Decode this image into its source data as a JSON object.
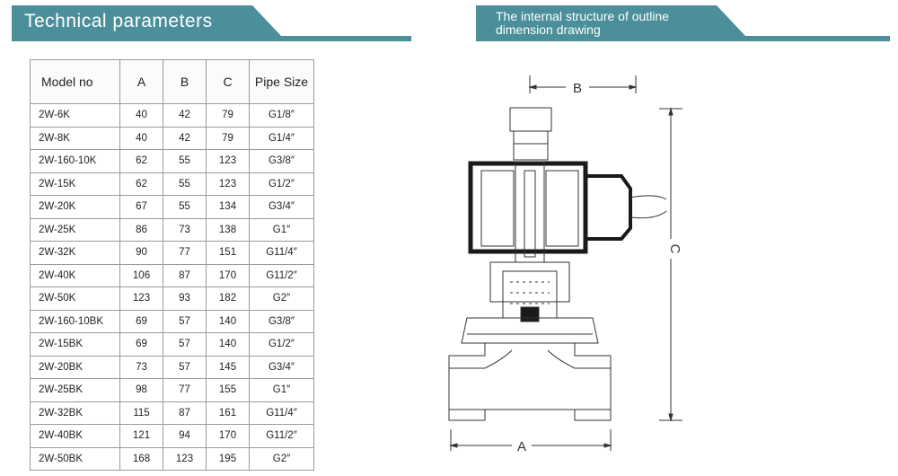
{
  "left_banner": {
    "title": "Technical parameters"
  },
  "right_banner": {
    "title": "The internal structure of outline dimension drawing"
  },
  "table": {
    "headers": [
      "Model no",
      "A",
      "B",
      "C",
      "Pipe Size"
    ],
    "rows": [
      [
        "2W-6K",
        "40",
        "42",
        "79",
        "G1/8″"
      ],
      [
        "2W-8K",
        "40",
        "42",
        "79",
        "G1/4″"
      ],
      [
        "2W-160-10K",
        "62",
        "55",
        "123",
        "G3/8″"
      ],
      [
        "2W-15K",
        "62",
        "55",
        "123",
        "G1/2″"
      ],
      [
        "2W-20K",
        "67",
        "55",
        "134",
        "G3/4″"
      ],
      [
        "2W-25K",
        "86",
        "73",
        "138",
        "G1″"
      ],
      [
        "2W-32K",
        "90",
        "77",
        "151",
        "G11/4″"
      ],
      [
        "2W-40K",
        "106",
        "87",
        "170",
        "G11/2″"
      ],
      [
        "2W-50K",
        "123",
        "93",
        "182",
        "G2″"
      ],
      [
        "2W-160-10BK",
        "69",
        "57",
        "140",
        "G3/8″"
      ],
      [
        "2W-15BK",
        "69",
        "57",
        "140",
        "G1/2″"
      ],
      [
        "2W-20BK",
        "73",
        "57",
        "145",
        "G3/4″"
      ],
      [
        "2W-25BK",
        "98",
        "77",
        "155",
        "G1″"
      ],
      [
        "2W-32BK",
        "115",
        "87",
        "161",
        "G11/4″"
      ],
      [
        "2W-40BK",
        "121",
        "94",
        "170",
        "G11/2″"
      ],
      [
        "2W-50BK",
        "168",
        "123",
        "195",
        "G2″"
      ]
    ]
  },
  "drawing": {
    "dim_a": "A",
    "dim_b": "B",
    "dim_c": "C"
  },
  "colors": {
    "banner": "#4a8f9a",
    "banner_line": "#4a8f9a",
    "table_border": "#9a9a9a",
    "coil": "#1a1a1a"
  }
}
